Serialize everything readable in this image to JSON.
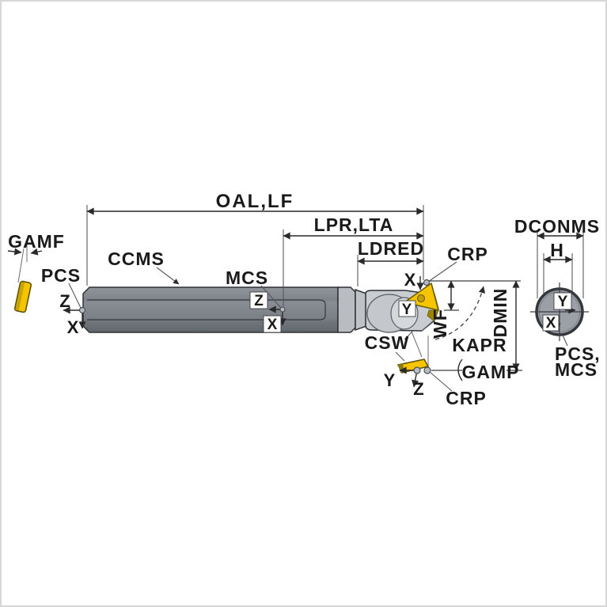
{
  "colors": {
    "background": "#ffffff",
    "insert_yellow": "#f6c500",
    "insert_shadow": "#9c8407",
    "steel_dark": "#7e848b",
    "steel_collar": "#b9bdc2",
    "steel_light": "#c9cdd2",
    "end_face": "#9aa0a6",
    "outline": "#2e3237",
    "dim_line": "#2a2a2a",
    "text": "#1a1a1a"
  },
  "side_view": {
    "dimensions": {
      "oal_lf": "OAL,LF",
      "lpr_lta": "LPR,LTA",
      "ldred": "LDRED",
      "crp_top": "CRP",
      "crp_bottom": "CRP",
      "wf": "WF",
      "dmin": "DMIN",
      "kapr": "KAPR",
      "gamp": "GAMP",
      "gamf": "GAMF",
      "csw": "CSW"
    },
    "references": {
      "ccms": "CCMS",
      "mcs": "MCS",
      "pcs": "PCS"
    }
  },
  "end_view": {
    "dimensions": {
      "dconms": "DCONMS",
      "h": "H"
    },
    "reference_line1": "PCS,",
    "reference_line2": "MCS"
  },
  "axis_letters": {
    "x": "X",
    "y": "Y",
    "z": "Z"
  }
}
